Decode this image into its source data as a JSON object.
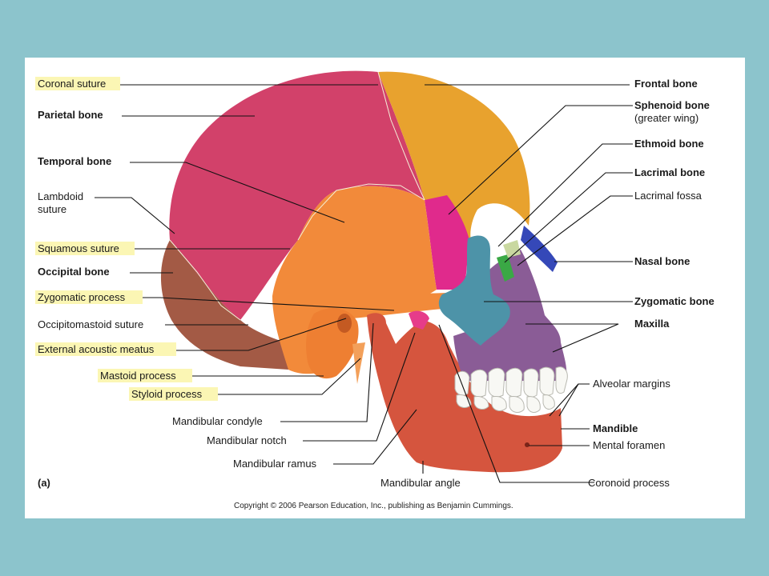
{
  "labels": {
    "coronal_suture": "Coronal suture",
    "parietal_bone": "Parietal bone",
    "temporal_bone": "Temporal bone",
    "lambdoid_1": "Lambdoid",
    "lambdoid_2": "suture",
    "squamous_suture": "Squamous suture",
    "occipital_bone": "Occipital bone",
    "zygomatic_process": "Zygomatic process",
    "occipitomastoid_suture": "Occipitomastoid suture",
    "external_acoustic_meatus": "External acoustic meatus",
    "mastoid_process": "Mastoid process",
    "styloid_process": "Styloid process",
    "mandibular_condyle": "Mandibular condyle",
    "mandibular_notch": "Mandibular notch",
    "mandibular_ramus": "Mandibular ramus",
    "part_letter": "(a)",
    "mandibular_angle": "Mandibular angle",
    "coronoid_process": "Coronoid process",
    "frontal_bone": "Frontal bone",
    "sphenoid_1": "Sphenoid bone",
    "sphenoid_2": "(greater wing)",
    "ethmoid_bone": "Ethmoid bone",
    "lacrimal_bone": "Lacrimal bone",
    "lacrimal_fossa": "Lacrimal fossa",
    "nasal_bone": "Nasal bone",
    "zygomatic_bone": "Zygomatic bone",
    "maxilla": "Maxilla",
    "alveolar_margins": "Alveolar margins",
    "mandible": "Mandible",
    "mental_foramen": "Mental foramen"
  },
  "copyright": "Copyright © 2006 Pearson Education, Inc., publishing as Benjamin Cummings.",
  "colors": {
    "background": "#8cc4cc",
    "highlight": "#fbf6b4",
    "parietal": "#d2416a",
    "frontal": "#e8a22e",
    "temporal": "#f28a3a",
    "occipital": "#a35a45",
    "sphenoid": "#e02a8c",
    "zygomatic": "#4d93a8",
    "maxilla": "#8a5c96",
    "mandible": "#d5553e",
    "nasal": "#3548b8",
    "ethmoid": "#3aa845",
    "teeth": "#f8f8f4"
  }
}
